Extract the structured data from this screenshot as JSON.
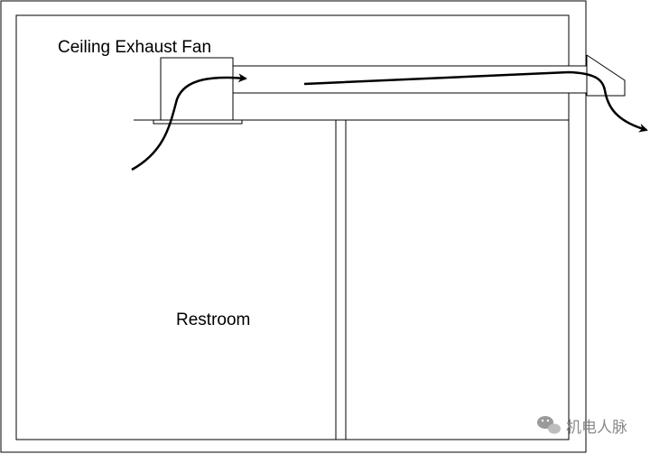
{
  "labels": {
    "fan": "Ceiling Exhaust Fan",
    "room": "Restroom"
  },
  "watermark": {
    "text": "机电人脉",
    "icon": "wechat-icon"
  },
  "colors": {
    "line": "#000000",
    "background": "#ffffff",
    "watermark": "#8a8a8a"
  }
}
